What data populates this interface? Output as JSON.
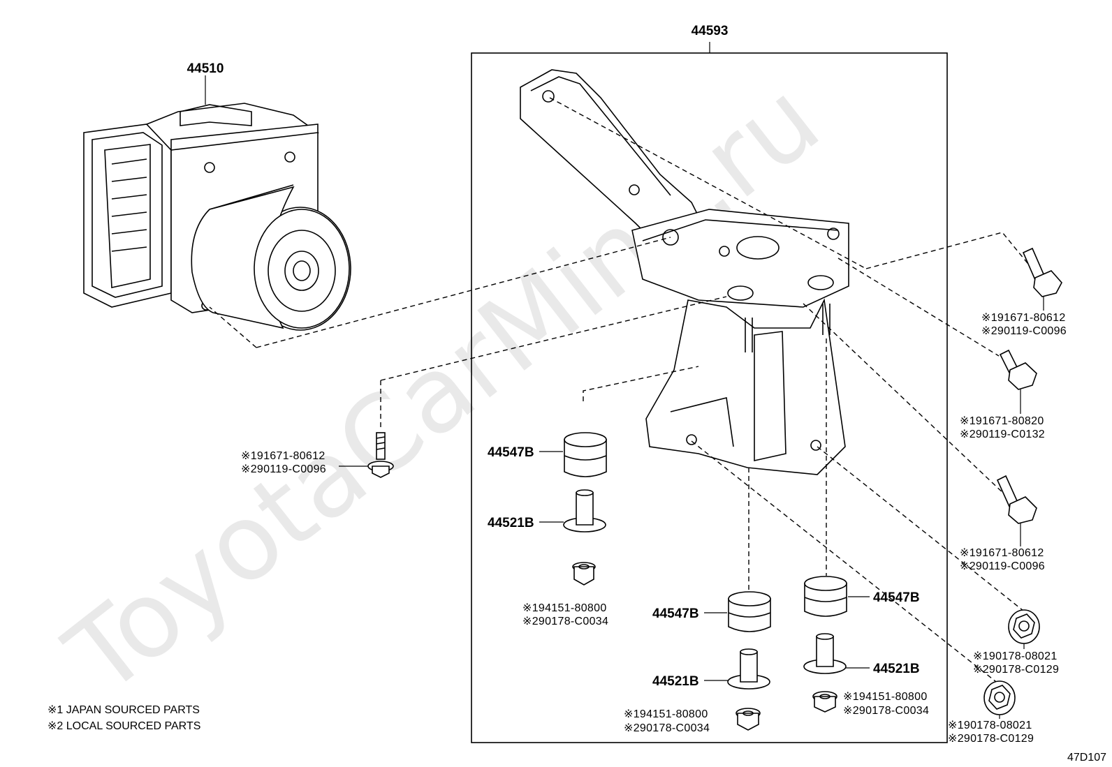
{
  "watermark": "ToyotaCarMine.ru",
  "diagram_code": "47D107",
  "notes": [
    "※1 JAPAN SOURCED PARTS",
    "※2 LOCAL SOURCED PARTS"
  ],
  "callouts": {
    "abs_actuator": "44510",
    "bracket_assembly": "44593",
    "cushion_left": "44547B",
    "collar_left": "44521B",
    "nut_left": [
      "※194151-80800",
      "※290178-C0034"
    ],
    "bolt_left": [
      "※191671-80612",
      "※290119-C0096"
    ],
    "cushion_mid": "44547B",
    "collar_mid": "44521B",
    "nut_mid": [
      "※194151-80800",
      "※290178-C0034"
    ],
    "cushion_right": "44547B",
    "collar_right": "44521B",
    "nut_right": [
      "※194151-80800",
      "※290178-C0034"
    ],
    "bolt_r1": [
      "※191671-80612",
      "※290119-C0096"
    ],
    "bolt_r2": [
      "※191671-80820",
      "※290119-C0132"
    ],
    "bolt_r3": [
      "※191671-80612",
      "※290119-C0096"
    ],
    "flange_nut_r1": [
      "※190178-08021",
      "※290178-C0129"
    ],
    "flange_nut_r2": [
      "※190178-08021",
      "※290178-C0129"
    ]
  }
}
